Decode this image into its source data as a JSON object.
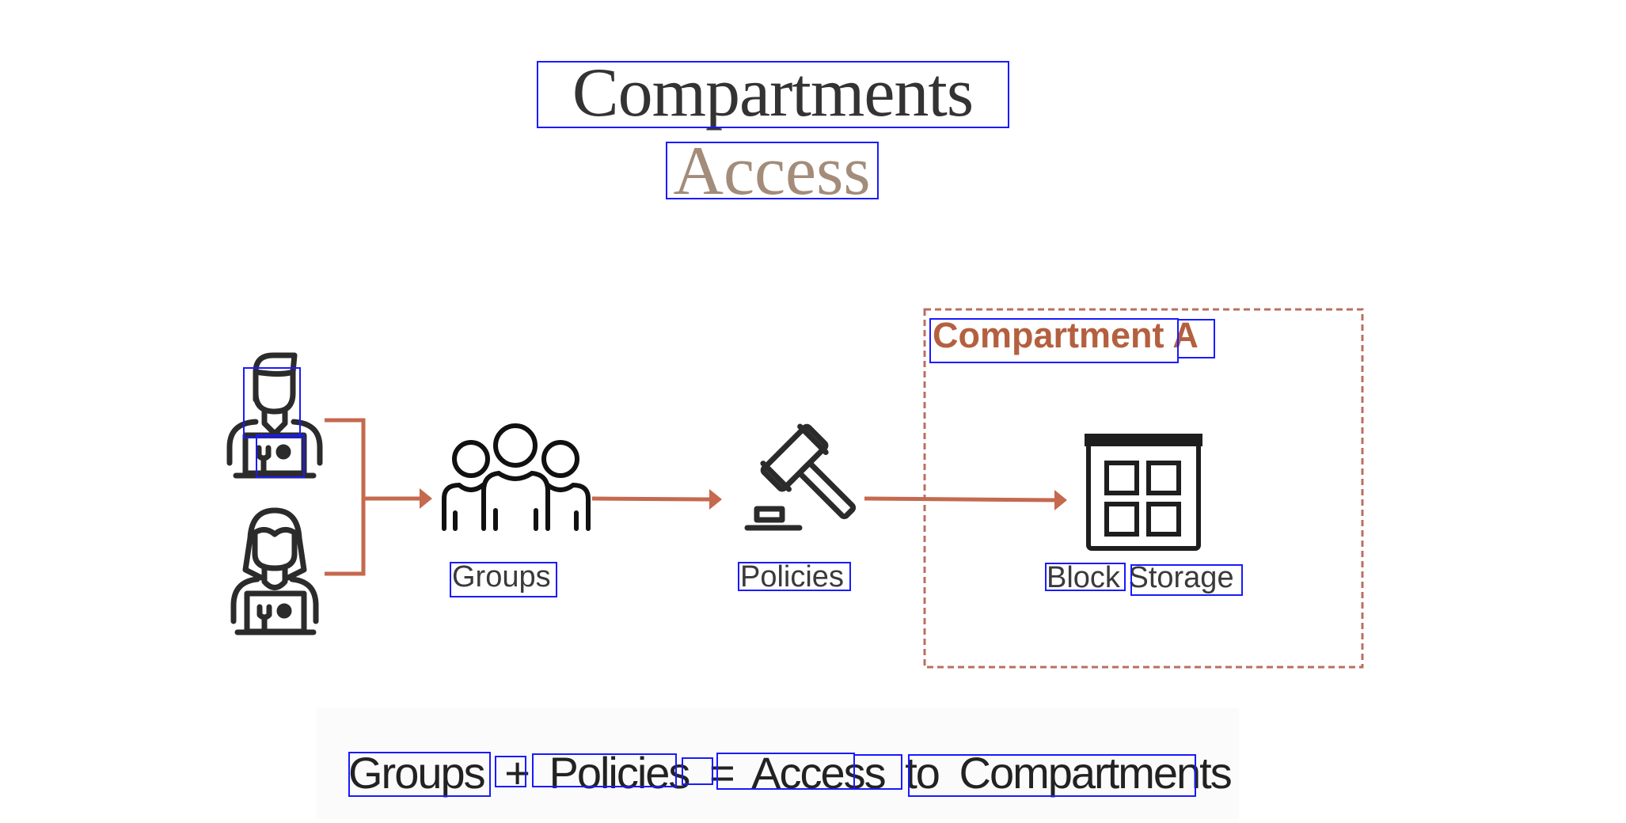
{
  "header": {
    "title": "Compartments",
    "subtitle": "Access"
  },
  "diagram": {
    "users": [
      "user-admin-male",
      "user-admin-female"
    ],
    "groups_label": "Groups",
    "policies_label": "Policies",
    "compartment_label": "Compartment A",
    "resource_label": "Block Storage"
  },
  "formula": {
    "groups": "Groups",
    "plus": "+",
    "policies": "Policies",
    "equals": "=",
    "access": "Access",
    "to": "to",
    "compartments": "Compartments"
  },
  "colors": {
    "accent": "#c5694f",
    "title": "#333333",
    "subtitle": "#a38c79",
    "compartment": "#b4603f",
    "icon": "#2b2b2b"
  }
}
